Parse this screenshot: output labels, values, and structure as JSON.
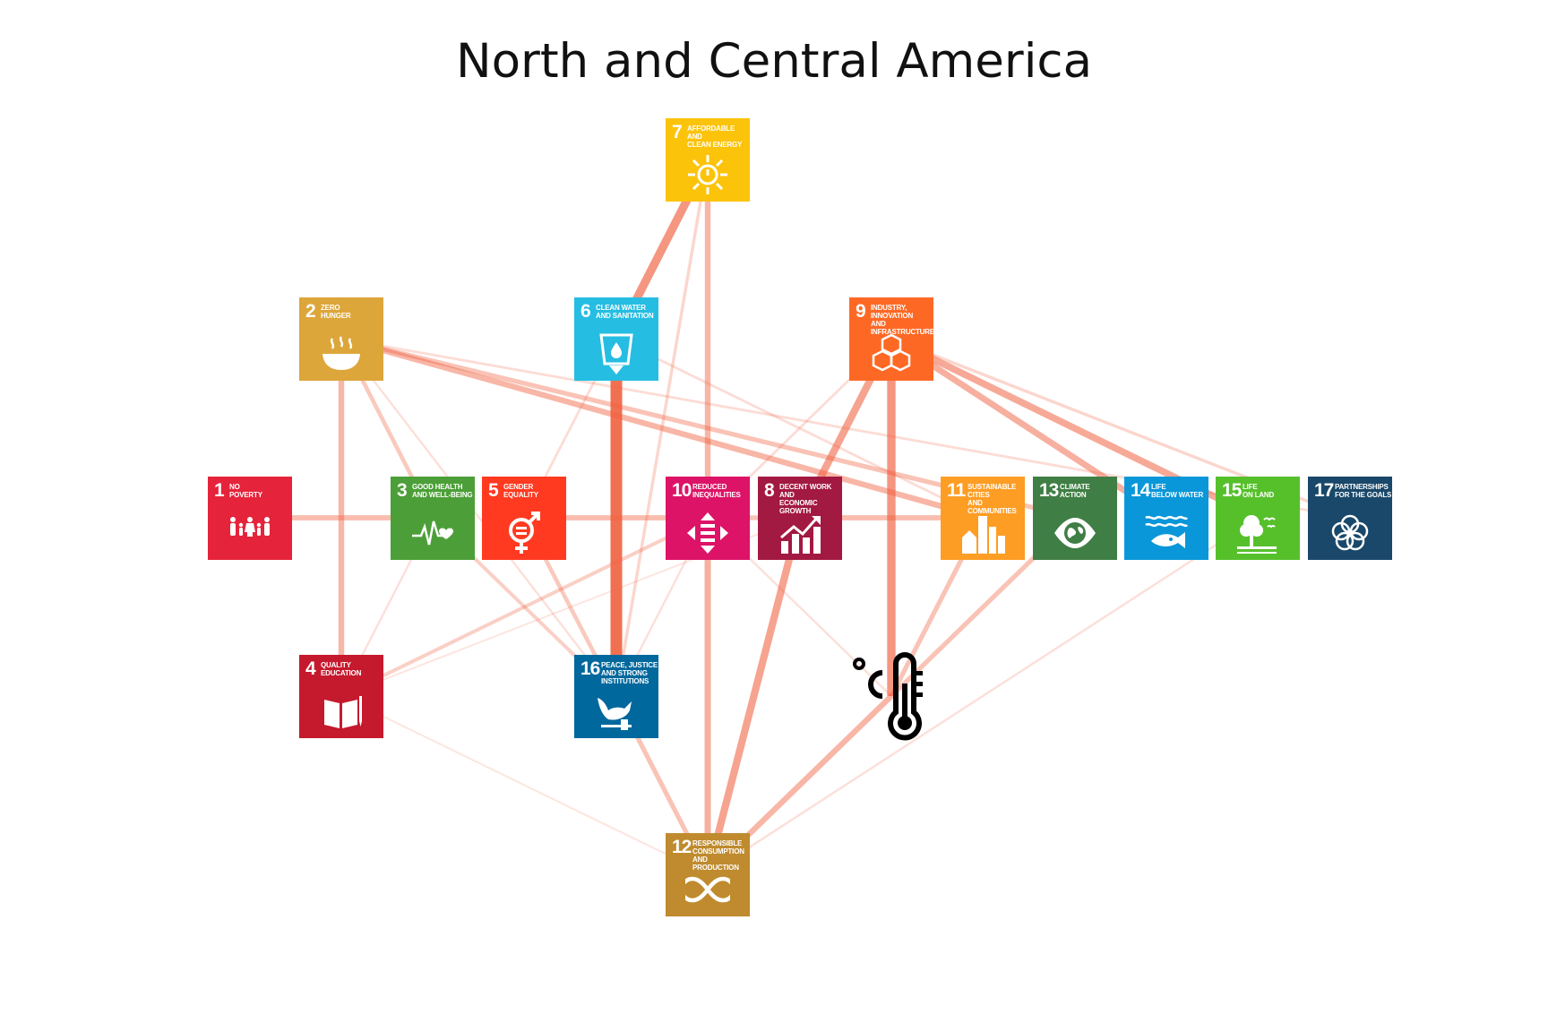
{
  "title": "North and Central America",
  "edge_color": "#f0603f",
  "nodes": [
    {
      "id": 1,
      "number": "1",
      "label": "NO\nPOVERTY",
      "color": "#e5243b",
      "icon": "people-icon"
    },
    {
      "id": 2,
      "number": "2",
      "label": "ZERO\nHUNGER",
      "color": "#dda63a",
      "icon": "bowl-icon"
    },
    {
      "id": 3,
      "number": "3",
      "label": "GOOD HEALTH\nAND WELL-BEING",
      "color": "#4c9f38",
      "icon": "heartbeat-icon"
    },
    {
      "id": 4,
      "number": "4",
      "label": "QUALITY\nEDUCATION",
      "color": "#c5192d",
      "icon": "book-icon"
    },
    {
      "id": 5,
      "number": "5",
      "label": "GENDER\nEQUALITY",
      "color": "#ff3a21",
      "icon": "gender-icon"
    },
    {
      "id": 6,
      "number": "6",
      "label": "CLEAN WATER\nAND SANITATION",
      "color": "#26bde2",
      "icon": "water-glass-icon"
    },
    {
      "id": 7,
      "number": "7",
      "label": "AFFORDABLE AND\nCLEAN ENERGY",
      "color": "#fcc30b",
      "icon": "sun-icon"
    },
    {
      "id": 8,
      "number": "8",
      "label": "DECENT WORK AND\nECONOMIC GROWTH",
      "color": "#a21942",
      "icon": "growth-chart-icon"
    },
    {
      "id": 9,
      "number": "9",
      "label": "INDUSTRY, INNOVATION\nAND INFRASTRUCTURE",
      "color": "#fd6925",
      "icon": "cubes-icon"
    },
    {
      "id": 10,
      "number": "10",
      "label": "REDUCED\nINEQUALITIES",
      "color": "#dd1367",
      "icon": "arrows-equal-icon"
    },
    {
      "id": 11,
      "number": "11",
      "label": "SUSTAINABLE CITIES\nAND COMMUNITIES",
      "color": "#fd9d24",
      "icon": "city-icon"
    },
    {
      "id": 12,
      "number": "12",
      "label": "RESPONSIBLE\nCONSUMPTION\nAND PRODUCTION",
      "color": "#bf8b2e",
      "icon": "infinity-icon"
    },
    {
      "id": 13,
      "number": "13",
      "label": "CLIMATE\nACTION",
      "color": "#3f7e44",
      "icon": "eye-globe-icon"
    },
    {
      "id": 14,
      "number": "14",
      "label": "LIFE\nBELOW WATER",
      "color": "#0a97d9",
      "icon": "fish-icon"
    },
    {
      "id": 15,
      "number": "15",
      "label": "LIFE\nON LAND",
      "color": "#56c02b",
      "icon": "tree-icon"
    },
    {
      "id": 16,
      "number": "16",
      "label": "PEACE, JUSTICE\nAND STRONG\nINSTITUTIONS",
      "color": "#00689d",
      "icon": "dove-icon"
    },
    {
      "id": 17,
      "number": "17",
      "label": "PARTNERSHIPS\nFOR THE GOALS",
      "color": "#19486a",
      "icon": "rings-icon"
    },
    {
      "id": "T",
      "icon": "thermometer-celsius-icon"
    }
  ],
  "edges": [
    {
      "source": 6,
      "target": 16,
      "weight": 1.0
    },
    {
      "source": 7,
      "target": 6,
      "weight": 0.7
    },
    {
      "source": 9,
      "target": "T",
      "weight": 0.7
    },
    {
      "source": 9,
      "target": 8,
      "weight": 0.6
    },
    {
      "source": 8,
      "target": 12,
      "weight": 0.6
    },
    {
      "source": 9,
      "target": 15,
      "weight": 0.55
    },
    {
      "source": 9,
      "target": 14,
      "weight": 0.5
    },
    {
      "source": 10,
      "target": 12,
      "weight": 0.5
    },
    {
      "source": 7,
      "target": 10,
      "weight": 0.45
    },
    {
      "source": 2,
      "target": 4,
      "weight": 0.45
    },
    {
      "source": 2,
      "target": 11,
      "weight": 0.45
    },
    {
      "source": 2,
      "target": 13,
      "weight": 0.35
    },
    {
      "source": 12,
      "target": "T",
      "weight": 0.45
    },
    {
      "source": 1,
      "target": 3,
      "weight": 0.4
    },
    {
      "source": 5,
      "target": 10,
      "weight": 0.4
    },
    {
      "source": 8,
      "target": 11,
      "weight": 0.4
    },
    {
      "source": 10,
      "target": 8,
      "weight": 0.35
    },
    {
      "source": 16,
      "target": 12,
      "weight": 0.35
    },
    {
      "source": 11,
      "target": "T",
      "weight": 0.35
    },
    {
      "source": 13,
      "target": "T",
      "weight": 0.35
    },
    {
      "source": 2,
      "target": 3,
      "weight": 0.3
    },
    {
      "source": 5,
      "target": 16,
      "weight": 0.3
    },
    {
      "source": 3,
      "target": 16,
      "weight": 0.25
    },
    {
      "source": 4,
      "target": 10,
      "weight": 0.25
    },
    {
      "source": 7,
      "target": 16,
      "weight": 0.2
    },
    {
      "source": 6,
      "target": 5,
      "weight": 0.15
    },
    {
      "source": 6,
      "target": 11,
      "weight": 0.15
    },
    {
      "source": 9,
      "target": 17,
      "weight": 0.2
    },
    {
      "source": 2,
      "target": 17,
      "weight": 0.15
    },
    {
      "source": 9,
      "target": 10,
      "weight": 0.15
    },
    {
      "source": 3,
      "target": 4,
      "weight": 0.12
    },
    {
      "source": 10,
      "target": "T",
      "weight": 0.12
    },
    {
      "source": 2,
      "target": 16,
      "weight": 0.12
    },
    {
      "source": 16,
      "target": 10,
      "weight": 0.12
    },
    {
      "source": 15,
      "target": 12,
      "weight": 0.12
    },
    {
      "source": 4,
      "target": 12,
      "weight": 0.08
    },
    {
      "source": 8,
      "target": 4,
      "weight": 0.08
    }
  ]
}
